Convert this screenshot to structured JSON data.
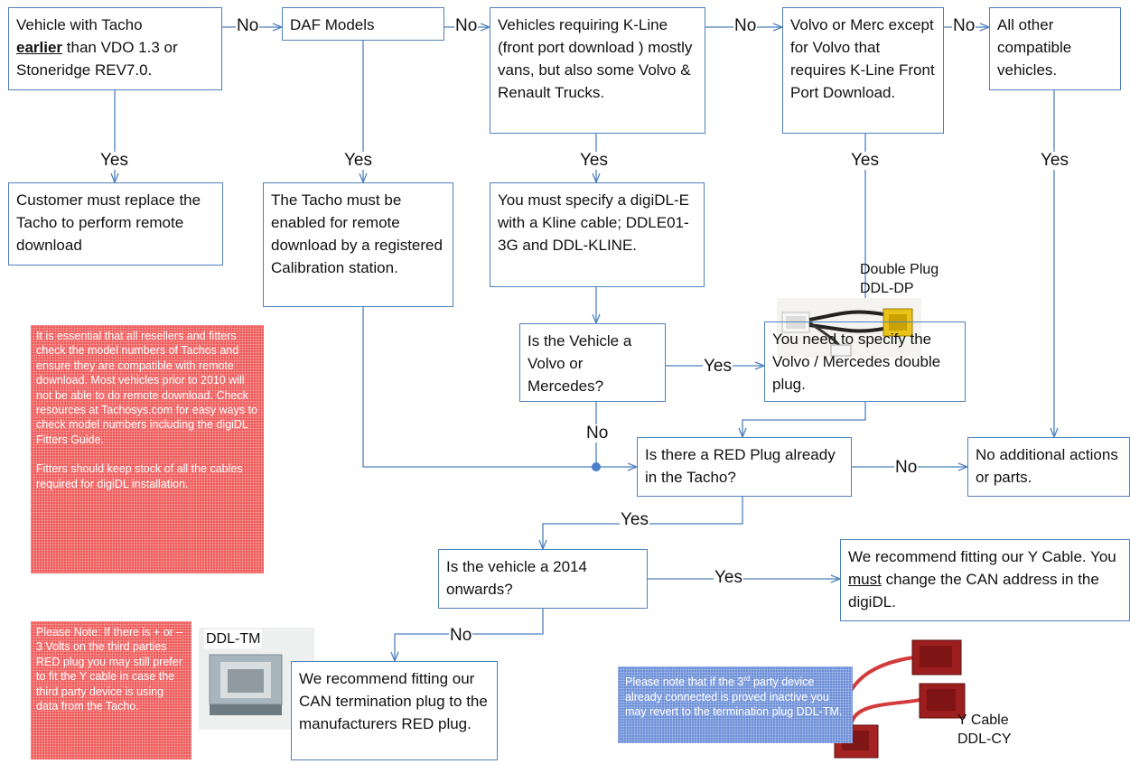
{
  "colors": {
    "line": "#4f81bd",
    "red_note": "#ef5a5a",
    "blue_note": "#6d8fd8",
    "dot": "#4a7ec8"
  },
  "boxes": {
    "tacho_pre": "Vehicle with Tacho",
    "tacho_em": "earlier",
    "tacho_post": " than VDO 1.3 or Stoneridge REV7.0.",
    "daf": "DAF Models",
    "kline": "Vehicles  requiring K-Line (front port download ) mostly vans, but also some Volvo & Renault Trucks.",
    "volvo_merc": "Volvo or Merc except for Volvo that requires K-Line Front Port Download.",
    "all_other": "All other compatible vehicles.",
    "replace": "Customer must replace the Tacho to perform remote download",
    "enabled": "The Tacho must be enabled for remote download by a registered Calibration station.",
    "specify_kline": "You must specify a digiDL-E with a Kline cable; DDLE01-3G and DDL-KLINE.",
    "is_volvo": "Is the Vehicle a Volvo or Mercedes?",
    "double_plug": "You need to specify the Volvo / Mercedes double plug.",
    "red_plug": "Is there a RED Plug already in the Tacho?",
    "no_actions": "No additional actions or parts.",
    "is_2014": "Is the vehicle a 2014 onwards?",
    "y_cable_pre": "We recommend fitting our Y Cable. You ",
    "y_cable_em": "must",
    "y_cable_post": " change the CAN address in the digiDL.",
    "can_term": "We recommend fitting our CAN termination plug to the manufacturers RED plug."
  },
  "labels": {
    "no1": "No",
    "no2": "No",
    "no3": "No",
    "no4": "No",
    "yes1": "Yes",
    "yes2": "Yes",
    "yes3": "Yes",
    "yes4": "Yes",
    "yes5": "Yes",
    "yes_volvo": "Yes",
    "no_volvo": "No",
    "no_redplug": "No",
    "yes_redplug": "Yes",
    "yes_2014": "Yes",
    "no_2014": "No"
  },
  "notes": {
    "resellers": "It is essential that all resellers and fitters check the model numbers of Tachos and ensure they are compatible  with remote download. Most vehicles prior to 2010 will not be able to do remote download. Check resources at Tachosys.com for easy ways to check model numbers including the digiDL Fitters Guide.",
    "fitters": "Fitters should keep stock of all the cables required for digiDL installation.",
    "volts": "Please Note: If there is + or – 3 Volts on the third parties  RED plug you may still prefer to fit the Y  cable in case the third party device is using data from the Tacho.",
    "third_pre": "Please note that if the 3",
    "third_sup": "rd",
    "third_post": " party device already connected is proved inactive  you may revert to the termination plug DDL-TM."
  },
  "captions": {
    "double_plug_line1": "Double Plug",
    "double_plug_line2": "DDL-DP",
    "ddl_tm": "DDL-TM",
    "y_cable_line1": "Y Cable",
    "y_cable_line2": "DDL-CY"
  }
}
